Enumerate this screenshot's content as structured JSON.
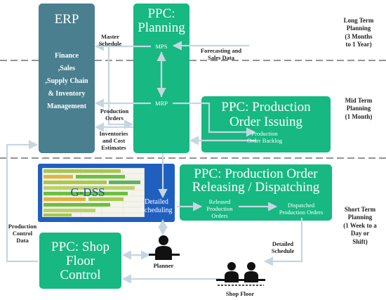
{
  "erp": {
    "title": "ERP",
    "lines": [
      "Finance",
      ",Sales",
      ",Supply Chain",
      "& Inventory",
      "Management"
    ]
  },
  "planning": {
    "title_1": "PPC:",
    "title_2": "Planning",
    "mps": "MPS",
    "mrp": "MRP"
  },
  "issuing": {
    "title_1": "PPC: Production",
    "title_2": "Order Issuing"
  },
  "releasing": {
    "title_1": "PPC: Production Order",
    "title_2": "Releasing / Dispatching"
  },
  "shop_floor_control": {
    "title_1": "PPC: Shop",
    "title_2": "Floor",
    "title_3": "Control"
  },
  "gdss": {
    "label": "G-DSS"
  },
  "labels": {
    "master_schedule": [
      "Master",
      "Schedule"
    ],
    "forecasting": [
      "Forecasting and",
      "Sales Data"
    ],
    "production_orders": [
      "Production",
      "Orders"
    ],
    "inventories": [
      "Inventories",
      "and Cost",
      "Estimates"
    ],
    "production_backlog": [
      "Production",
      "Order Backlog"
    ],
    "detailed_scheduling": [
      "Detailed",
      "Scheduling"
    ],
    "released_orders": [
      "Released",
      "Production",
      "Orders"
    ],
    "dispatched_orders": [
      "Dispatched",
      "Production Orders"
    ],
    "production_control_data": [
      "Production",
      "Control",
      "Data"
    ],
    "detailed_schedule": [
      "Detailed",
      "Schedule"
    ],
    "planner": "Planner",
    "shop_floor": "Shop Floor"
  },
  "time_horizons": {
    "long": [
      "Long Term",
      "Planning",
      "(3 Months",
      "to 1 Year)"
    ],
    "mid": [
      "Mid Term",
      "Planning",
      "(1 Month)"
    ],
    "short": [
      "Short Term",
      "Planning",
      "(1 Week to a",
      "Day or",
      "Shift)"
    ]
  },
  "colors": {
    "erp": "#4a7f8f",
    "ppc": "#17b882",
    "gdss_frame": "#1f5fbf",
    "arrow": "#c6d6e0",
    "dash": "#555555"
  }
}
